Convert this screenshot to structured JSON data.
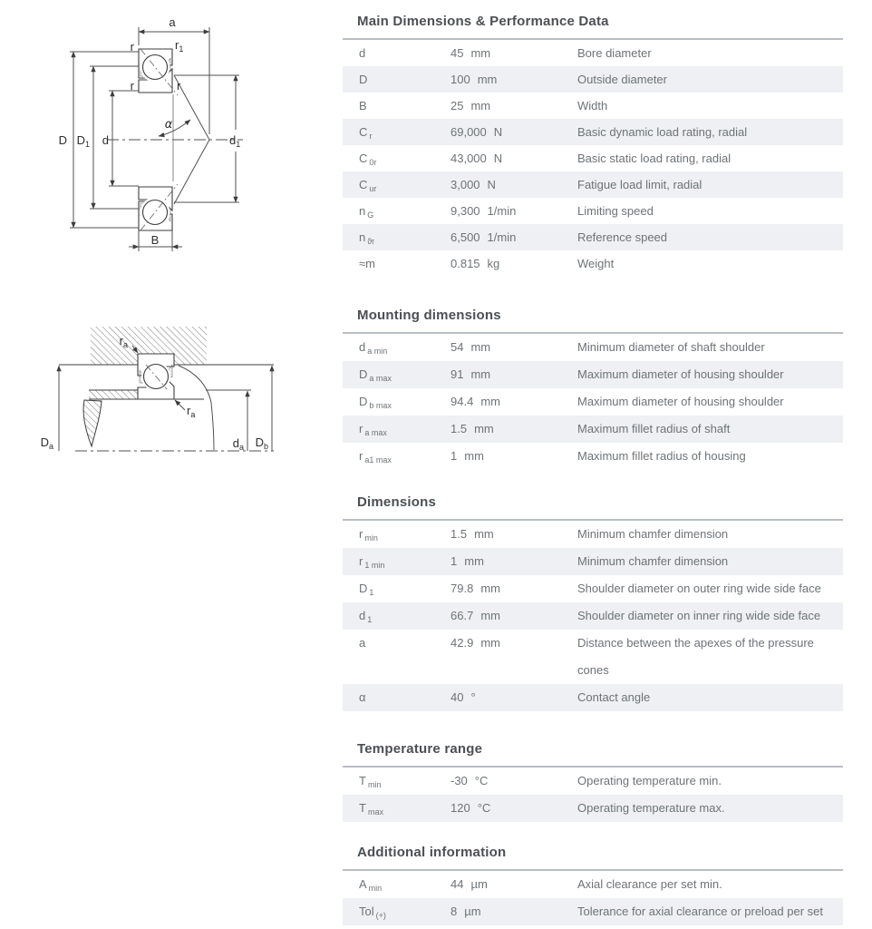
{
  "colors": {
    "alt_row": "#eef0f3",
    "table_border": "#b8bec4",
    "title_text": "#4b5054",
    "body_text": "#6d7378"
  },
  "diagrams": {
    "cross_section": {
      "labels": {
        "a": {
          "main": "a",
          "sub": ""
        },
        "r_top": {
          "main": "r",
          "sub": ""
        },
        "r1": {
          "main": "r",
          "sub": "1"
        },
        "r_mid_left": {
          "main": "r",
          "sub": ""
        },
        "r_mid_right": {
          "main": "r",
          "sub": ""
        },
        "D": {
          "main": "D",
          "sub": ""
        },
        "D1": {
          "main": "D",
          "sub": "1"
        },
        "d": {
          "main": "d",
          "sub": ""
        },
        "d1": {
          "main": "d",
          "sub": "1"
        },
        "alpha": {
          "main": "α",
          "sub": ""
        },
        "B": {
          "main": "B",
          "sub": ""
        }
      }
    },
    "mounting": {
      "labels": {
        "ra_top": {
          "main": "r",
          "sub": "a"
        },
        "ra_bottom": {
          "main": "r",
          "sub": "a"
        },
        "Da": {
          "main": "D",
          "sub": "a"
        },
        "da": {
          "main": "d",
          "sub": "a"
        },
        "Db": {
          "main": "D",
          "sub": "b"
        }
      }
    }
  },
  "sections": [
    {
      "title": "Main Dimensions & Performance Data",
      "rows": [
        {
          "sym": "d",
          "sub": "",
          "value": "45",
          "unit": "mm",
          "desc": "Bore diameter"
        },
        {
          "sym": "D",
          "sub": "",
          "value": "100",
          "unit": "mm",
          "desc": "Outside diameter"
        },
        {
          "sym": "B",
          "sub": "",
          "value": "25",
          "unit": "mm",
          "desc": "Width"
        },
        {
          "sym": "C",
          "sub": "r",
          "value": "69,000",
          "unit": "N",
          "desc": "Basic dynamic load rating, radial"
        },
        {
          "sym": "C",
          "sub": "0r",
          "value": "43,000",
          "unit": "N",
          "desc": "Basic static load rating, radial"
        },
        {
          "sym": "C",
          "sub": "ur",
          "value": "3,000",
          "unit": "N",
          "desc": "Fatigue load limit, radial"
        },
        {
          "sym": "n",
          "sub": "G",
          "value": "9,300",
          "unit": "1/min",
          "desc": "Limiting speed"
        },
        {
          "sym": "n",
          "sub": "ϑr",
          "value": "6,500",
          "unit": "1/min",
          "desc": "Reference speed"
        },
        {
          "sym": "≈m",
          "sub": "",
          "value": "0.815",
          "unit": "kg",
          "desc": "Weight"
        }
      ]
    },
    {
      "title": "Mounting dimensions",
      "rows": [
        {
          "sym": "d",
          "sub": "a min",
          "value": "54",
          "unit": "mm",
          "desc": "Minimum diameter of shaft shoulder"
        },
        {
          "sym": "D",
          "sub": "a max",
          "value": "91",
          "unit": "mm",
          "desc": "Maximum diameter of housing shoulder"
        },
        {
          "sym": "D",
          "sub": "b max",
          "value": "94.4",
          "unit": "mm",
          "desc": "Maximum diameter of housing shoulder"
        },
        {
          "sym": "r",
          "sub": "a max",
          "value": "1.5",
          "unit": "mm",
          "desc": "Maximum fillet radius of shaft"
        },
        {
          "sym": "r",
          "sub": "a1 max",
          "value": "1",
          "unit": "mm",
          "desc": "Maximum fillet radius of housing"
        }
      ]
    },
    {
      "title": "Dimensions",
      "rows": [
        {
          "sym": "r",
          "sub": "min",
          "value": "1.5",
          "unit": "mm",
          "desc": "Minimum chamfer dimension"
        },
        {
          "sym": "r",
          "sub": "1 min",
          "value": "1",
          "unit": "mm",
          "desc": "Minimum chamfer dimension"
        },
        {
          "sym": "D",
          "sub": "1",
          "value": "79.8",
          "unit": "mm",
          "desc": "Shoulder diameter on outer ring wide side face"
        },
        {
          "sym": "d",
          "sub": "1",
          "value": "66.7",
          "unit": "mm",
          "desc": "Shoulder diameter on inner ring wide side face"
        },
        {
          "sym": "a",
          "sub": "",
          "value": "42.9",
          "unit": "mm",
          "desc": "Distance between the apexes of the pressure\ncones",
          "tall": true
        },
        {
          "sym": "α",
          "sub": "",
          "value": "40",
          "unit": "°",
          "desc": "Contact angle"
        }
      ]
    },
    {
      "title": "Temperature range",
      "rows": [
        {
          "sym": "T",
          "sub": "min",
          "value": "-30",
          "unit": "°C",
          "desc": "Operating temperature min."
        },
        {
          "sym": "T",
          "sub": "max",
          "value": "120",
          "unit": "°C",
          "desc": "Operating temperature max."
        }
      ]
    },
    {
      "title": "Additional information",
      "rows": [
        {
          "sym": "A",
          "sub": "min",
          "value": "44",
          "unit": "µm",
          "desc": "Axial clearance per set min."
        },
        {
          "sym": "Tol",
          "sub": "(+)",
          "value": "8",
          "unit": "µm",
          "desc": "Tolerance for axial clearance or preload per set"
        }
      ]
    }
  ]
}
